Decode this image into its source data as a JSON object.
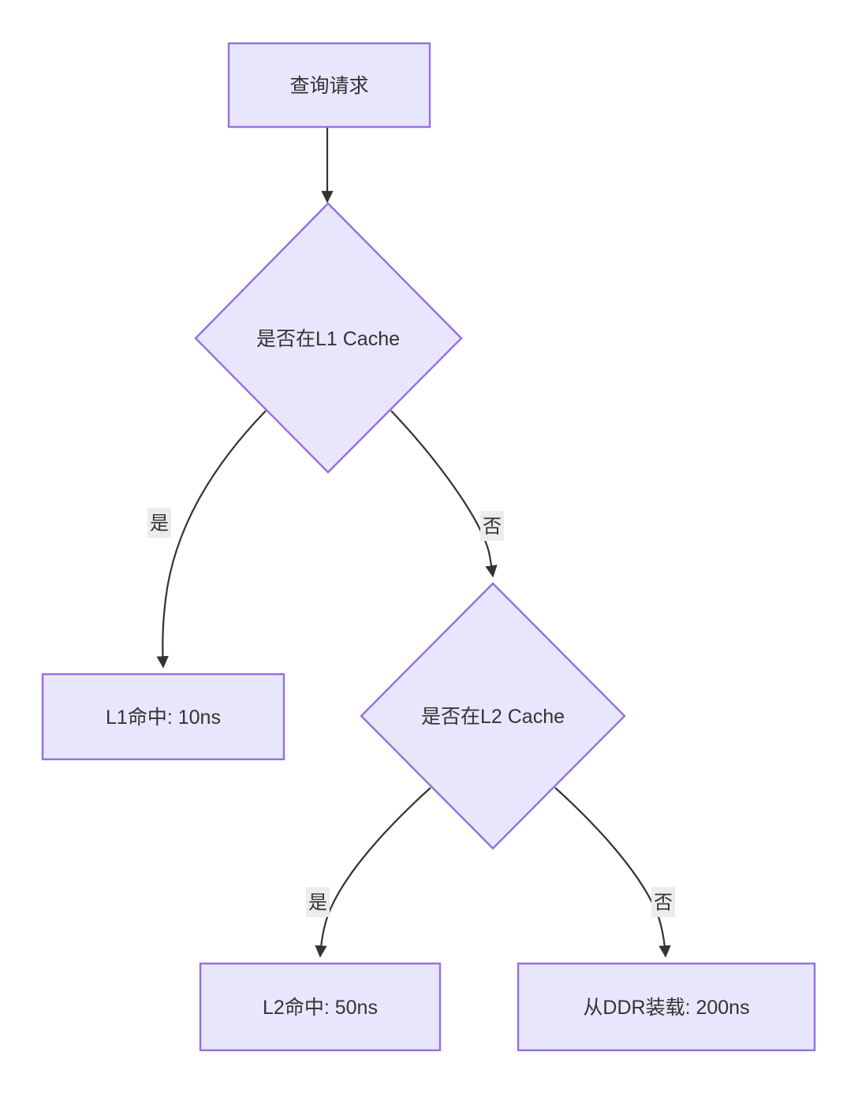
{
  "diagram": {
    "type": "flowchart",
    "direction": "top-down",
    "background_color": "#ffffff",
    "node_fill_color": "#e8e6fc",
    "node_border_color": "#9570d9",
    "edge_color": "#333333",
    "label_background_color": "#ececec",
    "text_color": "#333333",
    "nodes": [
      {
        "id": "query",
        "shape": "rectangle",
        "label": "查询请求"
      },
      {
        "id": "l1check",
        "shape": "diamond",
        "label": "是否在L1 Cache"
      },
      {
        "id": "l1hit",
        "shape": "rectangle",
        "label": "L1命中: 10ns"
      },
      {
        "id": "l2check",
        "shape": "diamond",
        "label": "是否在L2 Cache"
      },
      {
        "id": "l2hit",
        "shape": "rectangle",
        "label": "L2命中: 50ns"
      },
      {
        "id": "ddr",
        "shape": "rectangle",
        "label": "从DDR装载: 200ns"
      }
    ],
    "edges": [
      {
        "id": "e1",
        "from": "query",
        "to": "l1check",
        "label": ""
      },
      {
        "id": "e2",
        "from": "l1check",
        "to": "l1hit",
        "label": "是"
      },
      {
        "id": "e3",
        "from": "l1check",
        "to": "l2check",
        "label": "否"
      },
      {
        "id": "e4",
        "from": "l2check",
        "to": "l2hit",
        "label": "是"
      },
      {
        "id": "e5",
        "from": "l2check",
        "to": "ddr",
        "label": "否"
      }
    ]
  }
}
